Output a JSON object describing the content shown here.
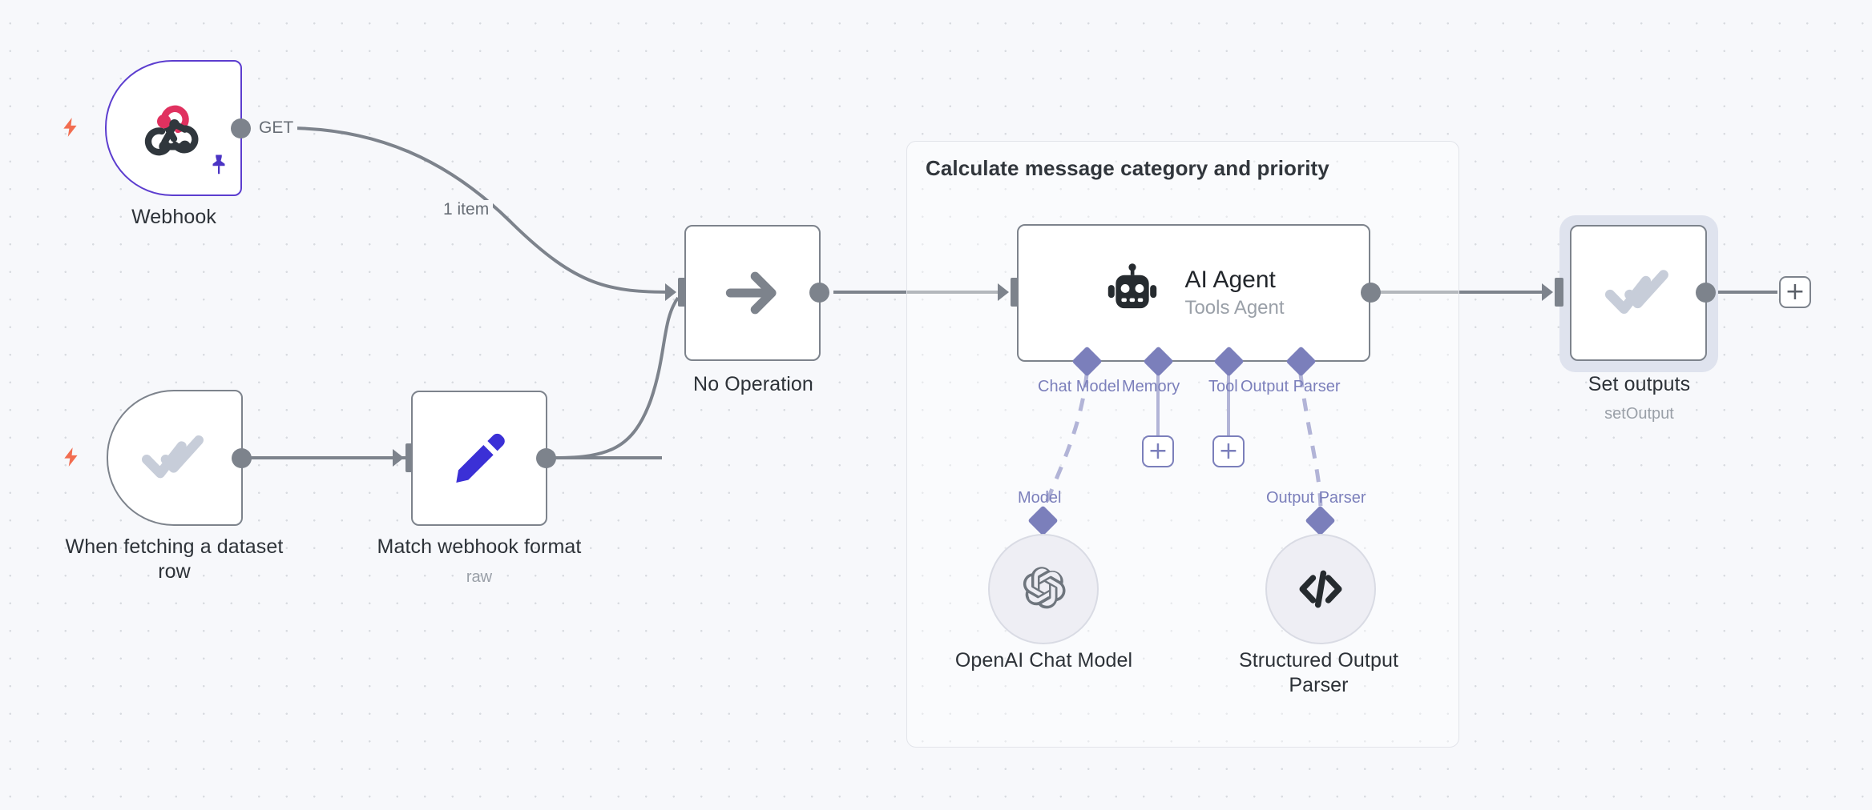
{
  "canvas": {
    "background_color": "#f7f8fb",
    "grid_dot_color": "#d8dbe0"
  },
  "group": {
    "title": "Calculate message category and priority",
    "border_color": "#e2e4ea"
  },
  "nodes": [
    {
      "id": "webhook",
      "name": "Webhook",
      "subtitle": "",
      "icon": "webhook-icon",
      "type": "trigger",
      "accent_color": "#5c3dcf",
      "has_pin": true,
      "has_trigger_bolt": true
    },
    {
      "id": "when-fetching-a-dataset-row",
      "name": "When fetching a dataset\nrow",
      "subtitle": "",
      "icon": "double-check-icon",
      "type": "trigger",
      "accent_color": "#7d838c",
      "has_pin": false,
      "has_trigger_bolt": true
    },
    {
      "id": "match-webhook-format",
      "name": "Match webhook format",
      "subtitle": "raw",
      "icon": "pencil-icon",
      "type": "regular",
      "accent_color": "#7d838c"
    },
    {
      "id": "no-operation",
      "name": "No Operation",
      "subtitle": "",
      "icon": "arrow-right-icon",
      "type": "regular",
      "accent_color": "#7d838c"
    },
    {
      "id": "ai-agent",
      "name": "AI Agent",
      "subtitle": "Tools Agent",
      "icon": "robot-icon",
      "type": "agent",
      "accent_color": "#7d838c"
    },
    {
      "id": "set-outputs",
      "name": "Set outputs",
      "subtitle": "setOutput",
      "icon": "double-check-icon",
      "type": "regular",
      "accent_color": "#7d838c",
      "selected": true
    },
    {
      "id": "openai-chat-model",
      "name": "OpenAI Chat Model",
      "subtitle": "",
      "icon": "openai-icon",
      "type": "sub-node"
    },
    {
      "id": "structured-output-parser",
      "name": "Structured Output\nParser",
      "subtitle": "",
      "icon": "code-brackets-icon",
      "type": "sub-node"
    }
  ],
  "agent_ports": [
    {
      "label": "Chat Model",
      "connected": true,
      "target": "openai-chat-model"
    },
    {
      "label": "Memory",
      "connected": false,
      "target": null
    },
    {
      "label": "Tool",
      "connected": false,
      "target": null
    },
    {
      "label": "Output Parser",
      "connected": true,
      "target": "structured-output-parser"
    }
  ],
  "sub_connection_labels": [
    {
      "label": "Model"
    },
    {
      "label": "Output Parser"
    }
  ],
  "connection_labels": {
    "webhook_method": "GET",
    "webhook_items": "1 item"
  },
  "buttons": {
    "add_memory": "+",
    "add_tool": "+",
    "add_next_node": "+"
  },
  "colors": {
    "node_border": "#7d838c",
    "trigger_accent": "#5c3dcf",
    "bolt": "#f26d50",
    "connector_purple": "#7b7fbb",
    "pencil_blue": "#3b30d6",
    "webhook_red": "#e0315f",
    "webhook_dark": "#30373d"
  }
}
